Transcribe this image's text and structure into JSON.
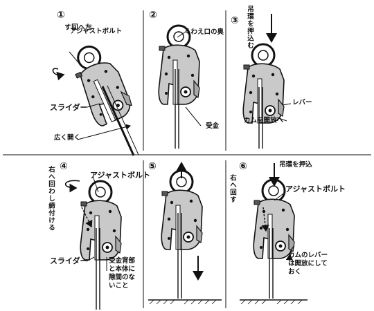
{
  "steps": [
    {
      "number": "①",
      "labels": {
        "turn_left": "左へ回す",
        "adjust_bolt": "アジャストボルト",
        "slider": "スライダー",
        "open_wide": "広く開く"
      }
    },
    {
      "number": "②",
      "labels": {
        "mouth_back": "くわえ口の奥",
        "receiver": "受金"
      }
    },
    {
      "number": "③",
      "labels": {
        "push_ring": "吊環を押込む",
        "lever": "レバー",
        "release_cam": "カムを開放へ"
      }
    },
    {
      "number": "④",
      "labels": {
        "turn_right_tighten": "右へ回わし締付ける",
        "adjust_bolt": "アジャストボルト",
        "slider": "スライダー",
        "no_gap": "受金背部\nと本体に\n隙間のな\nいこと"
      }
    },
    {
      "number": "⑤",
      "labels": {}
    },
    {
      "number": "⑥",
      "labels": {
        "push_ring": "吊環を押込",
        "adjust_bolt": "アジャストボルト",
        "turn_right": "右へ回す",
        "keep_lever_open": "カムのレバー\nは開放にして\nおく"
      }
    }
  ],
  "colors": {
    "clamp_fill": "#c9c9c9",
    "line": "#111111"
  }
}
